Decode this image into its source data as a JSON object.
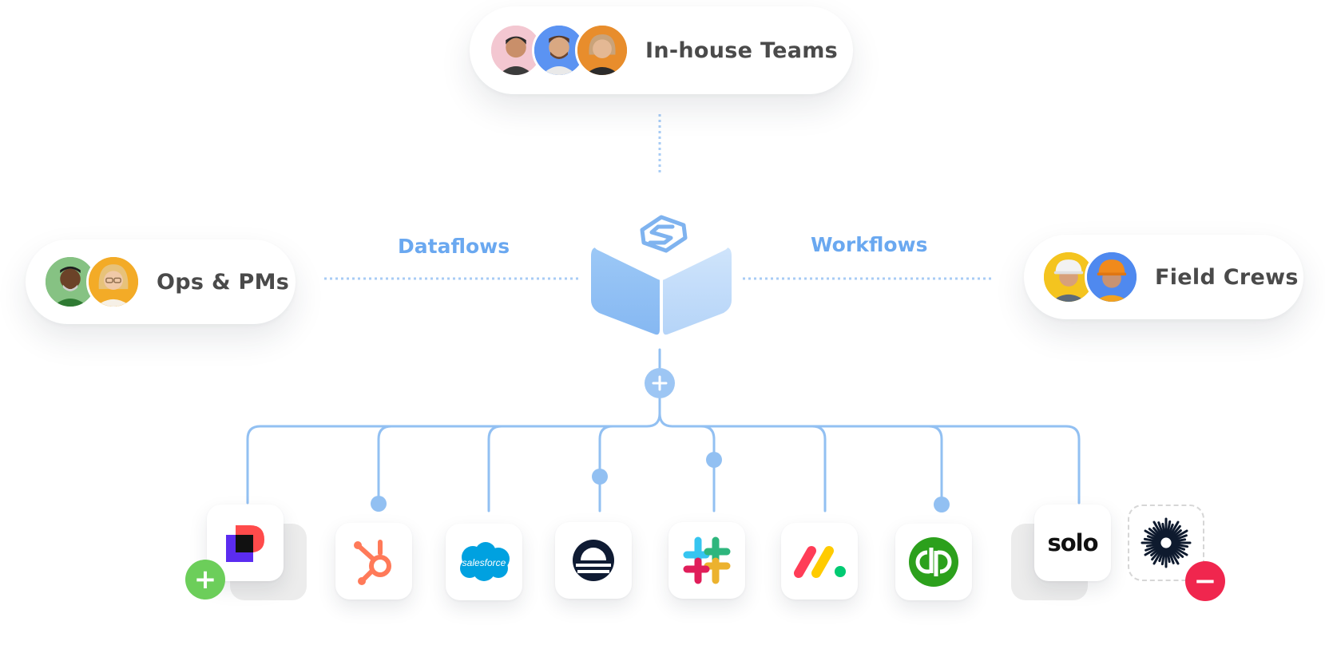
{
  "center_node": {
    "icon": "hexagon-s-logo-icon"
  },
  "groups": {
    "top": {
      "label": "In-house Teams",
      "avatar_count": 3
    },
    "left": {
      "label": "Ops & PMs",
      "avatar_count": 2
    },
    "right": {
      "label": "Field Crews",
      "avatar_count": 2
    }
  },
  "flows": {
    "left": "Dataflows",
    "right": "Workflows"
  },
  "integrations": [
    {
      "name": "mural",
      "icon": "mural-logo-icon"
    },
    {
      "name": "hubspot",
      "icon": "hubspot-logo-icon"
    },
    {
      "name": "salesforce",
      "icon": "salesforce-logo-icon",
      "text": "salesforce"
    },
    {
      "name": "procore",
      "icon": "sunrise-logo-icon"
    },
    {
      "name": "slack",
      "icon": "slack-logo-icon"
    },
    {
      "name": "monday",
      "icon": "monday-logo-icon"
    },
    {
      "name": "quickbooks",
      "icon": "quickbooks-logo-icon"
    },
    {
      "name": "solo",
      "icon": "solo-logo-icon",
      "text": "solo"
    },
    {
      "name": "sunburst",
      "icon": "sunburst-logo-icon"
    }
  ],
  "controls": {
    "add": "+",
    "remove": "−"
  },
  "colors": {
    "accent": "#6aa8f0",
    "line": "#92c0f2",
    "add": "#6cce5a",
    "remove": "#f0264e"
  }
}
